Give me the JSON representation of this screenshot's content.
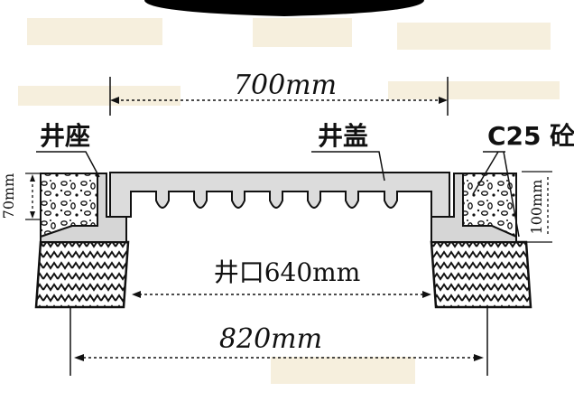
{
  "labels": {
    "seat": "井座",
    "cover": "井盖",
    "concrete": "C25 砼",
    "width_top": "700mm",
    "opening": "井口640mm",
    "width_bottom": "820mm",
    "height_left": "70mm",
    "height_right": "100mm"
  },
  "colors": {
    "ink": "#111111",
    "cover_fill": "#dcdcdc",
    "seat_fill": "#d6d6d6",
    "watermark": "#f6efdd"
  }
}
